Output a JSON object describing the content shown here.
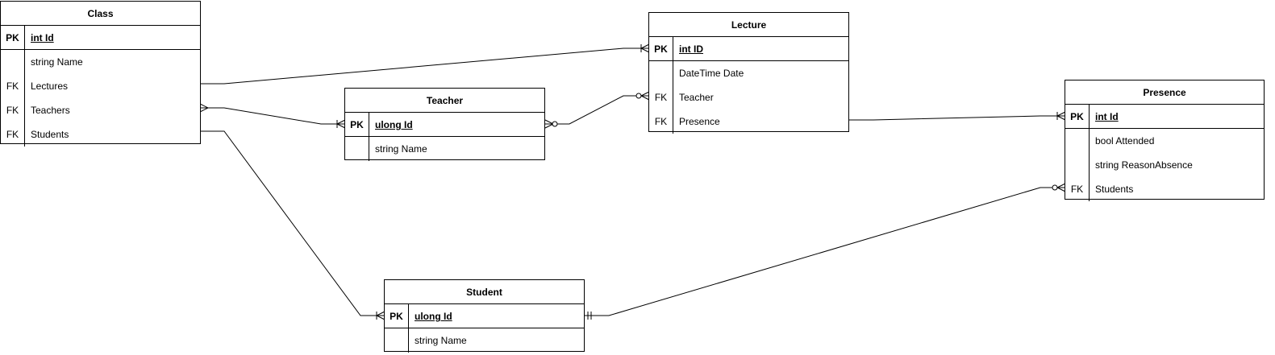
{
  "entities": {
    "class": {
      "title": "Class",
      "pk": {
        "key": "PK",
        "field": "int Id"
      },
      "rows": [
        {
          "key": "",
          "field": "string Name"
        },
        {
          "key": "FK",
          "field": "Lectures"
        },
        {
          "key": "FK",
          "field": "Teachers"
        },
        {
          "key": "FK",
          "field": "Students"
        }
      ]
    },
    "teacher": {
      "title": "Teacher",
      "pk": {
        "key": "PK",
        "field": "ulong Id"
      },
      "rows": [
        {
          "key": "",
          "field": "string Name"
        }
      ]
    },
    "lecture": {
      "title": "Lecture",
      "pk": {
        "key": "PK",
        "field": "int ID"
      },
      "rows": [
        {
          "key": "",
          "field": "DateTime Date"
        },
        {
          "key": "FK",
          "field": "Teacher"
        },
        {
          "key": "FK",
          "field": "Presence"
        }
      ]
    },
    "presence": {
      "title": "Presence",
      "pk": {
        "key": "PK",
        "field": "int Id"
      },
      "rows": [
        {
          "key": "",
          "field": "bool Attended"
        },
        {
          "key": "",
          "field": "string ReasonAbsence"
        },
        {
          "key": "FK",
          "field": "Students"
        }
      ]
    },
    "student": {
      "title": "Student",
      "pk": {
        "key": "PK",
        "field": "ulong Id"
      },
      "rows": [
        {
          "key": "",
          "field": "string Name"
        }
      ]
    }
  }
}
